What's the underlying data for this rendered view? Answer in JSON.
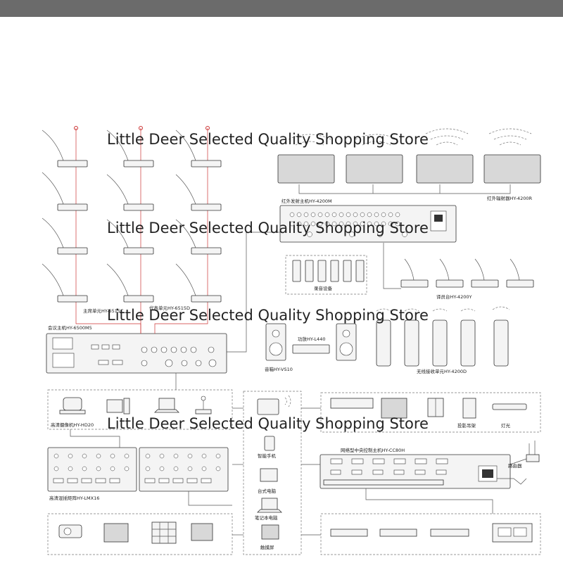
{
  "watermark": {
    "line1": "Little Deer Selected Quality Shopping Store",
    "line2": "Little Deer Selected Quality Shopping Store",
    "line3": "Little Deer Selected Quality Shopping Store",
    "line4": "Little Deer Selected Quality Shopping Store"
  },
  "labels": {
    "ir_transmitter": "红外发射主机HY-4200M",
    "ir_radiator": "红外辐射器HY-4200R",
    "chairman_unit": "主席单元HY-6515C",
    "delegate_unit": "代表单元HY-6515D",
    "conference_host": "会议主机HY-6500M5",
    "recording": "录音设备",
    "interpreter": "译员台HY-4200Y",
    "amplifier": "功放HY-L440",
    "speaker": "音箱HY-VS10",
    "wireless_receiver": "无线接收单元HY-4200D",
    "hd_camera": "高清摄像机HY-HD20",
    "hybrid_matrix": "高清混插矩阵HY-LMX16",
    "smartphone": "智能手机",
    "desktop": "台式电脑",
    "laptop": "笔记本电脑",
    "touchscreen": "触摸屏",
    "central_control": "网络型中央控制主机HY-CC80H",
    "projector_hanger": "投影吊架",
    "lighting": "灯光",
    "router": "路由器"
  }
}
